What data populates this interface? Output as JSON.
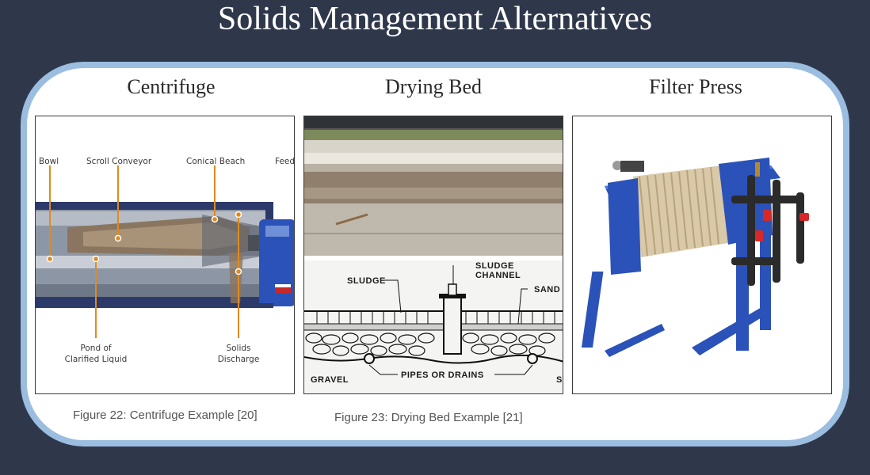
{
  "slide": {
    "title": "Solids Management Alternatives"
  },
  "columns": [
    {
      "title": "Centrifuge"
    },
    {
      "title": "Drying Bed"
    },
    {
      "title": "Filter Press"
    }
  ],
  "centrifuge": {
    "labels": {
      "bowl": "Bowl",
      "scroll_conveyor": "Scroll Conveyor",
      "conical_beach": "Conical Beach",
      "feed": "Feed",
      "pond_line1": "Pond of",
      "pond_line2": "Clarified Liquid",
      "solids_line1": "Solids",
      "solids_line2": "Discharge"
    },
    "caption": "Figure 22: Centrifuge Example [20]"
  },
  "drying_bed": {
    "labels": {
      "sludge": "SLUDGE",
      "channel_line1": "SLUDGE",
      "channel_line2": "CHANNEL",
      "sand": "SAND",
      "gravel": "GRAVEL",
      "pipes": "PIPES OR DRAINS",
      "s": "S"
    },
    "caption": "Figure 23: Drying Bed Example [21]"
  },
  "colors": {
    "background": "#2f384b",
    "card_border": "#9bbde0",
    "machine_blue": "#2a52b8",
    "leader_orange": "#e08a1e"
  }
}
